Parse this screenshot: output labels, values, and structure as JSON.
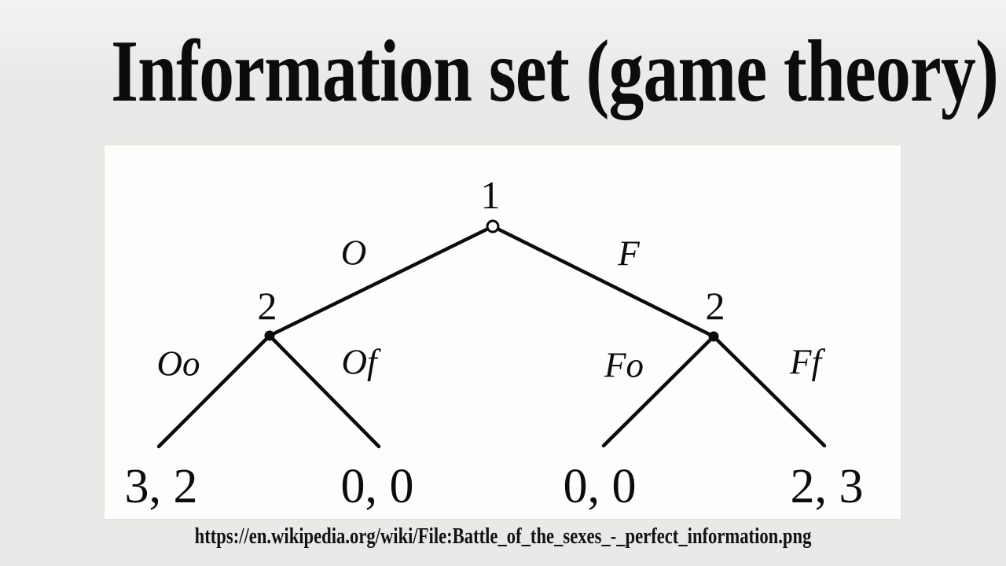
{
  "page": {
    "title": "Information set (game theory)",
    "source_url": "https://en.wikipedia.org/wiki/File:Battle_of_the_sexes_-_perfect_information.png"
  },
  "colors": {
    "ink": "#0c0c0c",
    "panel_background": "#fdfdfb",
    "slide_background": "#e9eae7"
  },
  "tree": {
    "description": "Extensive-form game tree, Battle of the Sexes with perfect information",
    "nodes": {
      "root": {
        "label": "1",
        "player": "1",
        "marker": "hollow-circle"
      },
      "left": {
        "label": "2",
        "player": "2",
        "marker": "filled-circle"
      },
      "right": {
        "label": "2",
        "player": "2",
        "marker": "filled-circle"
      }
    },
    "branches": [
      {
        "label": "O"
      },
      {
        "label": "F"
      },
      {
        "label": "Oo"
      },
      {
        "label": "Of"
      },
      {
        "label": "Fo"
      },
      {
        "label": "Ff"
      }
    ],
    "payoffs": [
      "3, 2",
      "0, 0",
      "0, 0",
      "2, 3"
    ]
  }
}
